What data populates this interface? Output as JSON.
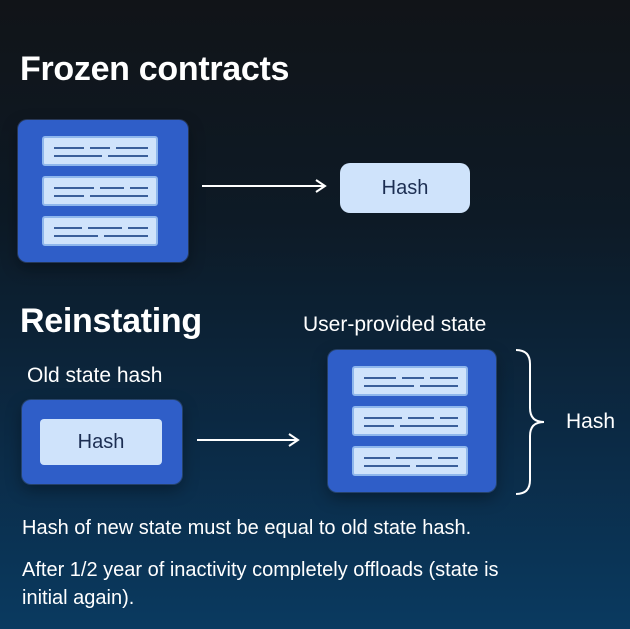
{
  "frozen": {
    "title": "Frozen contracts",
    "hash_label": "Hash"
  },
  "reinstating": {
    "title": "Reinstating",
    "old_state_label": "Old state hash",
    "old_hash_label": "Hash",
    "user_state_label": "User-provided state",
    "brace_hash_label": "Hash"
  },
  "notes": {
    "line1": "Hash of new state must be equal to old state hash.",
    "line2": "After 1/2 year of inactivity completely offloads (state is initial again)."
  },
  "colors": {
    "panel": "#2f5ec8",
    "record": "#cfe3fb",
    "hash_box": "#cfe3fb",
    "arrow": "#ffffff"
  }
}
